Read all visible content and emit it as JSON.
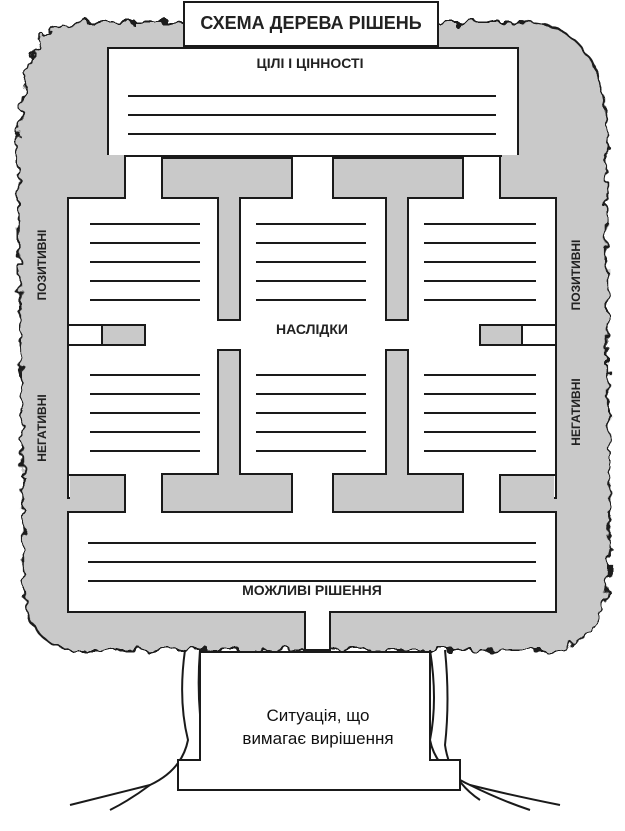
{
  "title": "СХЕМА ДЕРЕВА РІШЕНЬ",
  "goals_label": "ЦІЛІ І ЦІННОСТІ",
  "consequences_label": "НАСЛІДКИ",
  "positive_label": "ПОЗИТИВНІ",
  "negative_label": "НЕГАТИВНІ",
  "solutions_label": "МОЖЛИВІ РІШЕННЯ",
  "situation_line1": "Ситуація, що",
  "situation_line2": "вимагає вирішення",
  "colors": {
    "foliage": "#c9c9c9",
    "outline": "#1a1a1a",
    "paper": "#ffffff"
  }
}
